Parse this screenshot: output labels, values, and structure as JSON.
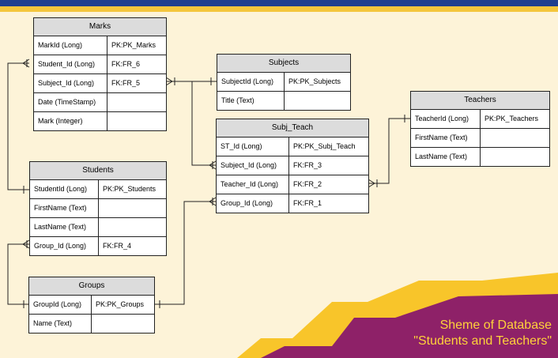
{
  "entities": {
    "marks": {
      "title": "Marks",
      "rows": [
        {
          "field": "MarkId (Long)",
          "key": "PK:PK_Marks"
        },
        {
          "field": "Student_Id (Long)",
          "key": "FK:FR_6"
        },
        {
          "field": "Subject_Id (Long)",
          "key": "FK:FR_5"
        },
        {
          "field": "Date (TimeStamp)",
          "key": ""
        },
        {
          "field": "Mark (Integer)",
          "key": ""
        }
      ]
    },
    "subjects": {
      "title": "Subjects",
      "rows": [
        {
          "field": "SubjectId (Long)",
          "key": "PK:PK_Subjects"
        },
        {
          "field": "Title (Text)",
          "key": ""
        }
      ]
    },
    "teachers": {
      "title": "Teachers",
      "rows": [
        {
          "field": "TeacherId (Long)",
          "key": "PK:PK_Teachers"
        },
        {
          "field": "FirstName (Text)",
          "key": ""
        },
        {
          "field": "LastName (Text)",
          "key": ""
        }
      ]
    },
    "subj_teach": {
      "title": "Subj_Teach",
      "rows": [
        {
          "field": "ST_Id (Long)",
          "key": "PK:PK_Subj_Teach"
        },
        {
          "field": "Subject_Id (Long)",
          "key": "FK:FR_3"
        },
        {
          "field": "Teacher_Id (Long)",
          "key": "FK:FR_2"
        },
        {
          "field": "Group_Id (Long)",
          "key": "FK:FR_1"
        }
      ]
    },
    "students": {
      "title": "Students",
      "rows": [
        {
          "field": "StudentId (Long)",
          "key": "PK:PK_Students"
        },
        {
          "field": "FirstName (Text)",
          "key": ""
        },
        {
          "field": "LastName (Text)",
          "key": ""
        },
        {
          "field": "Group_Id (Long)",
          "key": "FK:FR_4"
        }
      ]
    },
    "groups": {
      "title": "Groups",
      "rows": [
        {
          "field": "GroupId (Long)",
          "key": "PK:PK_Groups"
        },
        {
          "field": "Name (Text)",
          "key": ""
        }
      ]
    }
  },
  "caption": {
    "line1": "Sheme of Database",
    "line2": "\"Students and Teachers\""
  },
  "colors": {
    "top_band": "#1f3f8f",
    "accent_band": "#f4c63c",
    "background": "#fdf3d8",
    "purple": "#8e2168",
    "yellow": "#f8c52a",
    "caption_text": "#ffd23a"
  }
}
